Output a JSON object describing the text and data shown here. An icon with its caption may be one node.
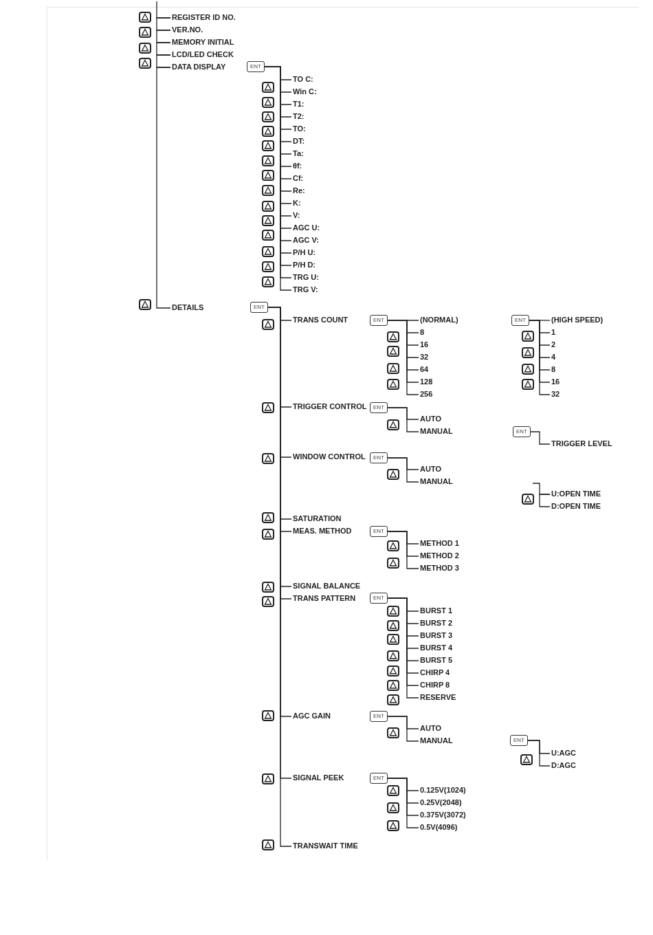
{
  "diagram": {
    "nodes": [
      {
        "text": [
          "REGISTER ID NO."
        ]
      },
      {
        "text": [
          "VER.NO."
        ]
      },
      {
        "text": [
          "MEMORY INITIAL"
        ]
      },
      {
        "text": [
          "LCD/LED CHECK"
        ]
      },
      {
        "text": [
          "DATA DISPLAY"
        ]
      },
      {
        "text": [
          "ENT"
        ]
      },
      {
        "text": [
          "TO C:"
        ]
      },
      {
        "text": [
          "Win C:"
        ]
      },
      {
        "text": [
          "T1:"
        ]
      },
      {
        "text": [
          "T2:"
        ]
      },
      {
        "text": [
          "TO:"
        ]
      },
      {
        "text": [
          "DT:"
        ]
      },
      {
        "text": [
          "Ta:"
        ]
      },
      {
        "text": [
          "θf:"
        ]
      },
      {
        "text": [
          "Cf:"
        ]
      },
      {
        "text": [
          "Re:"
        ]
      },
      {
        "text": [
          "K:"
        ]
      },
      {
        "text": [
          "V:"
        ]
      },
      {
        "text": [
          "AGC U:"
        ]
      },
      {
        "text": [
          "AGC V:"
        ]
      },
      {
        "text": [
          "P/H U:"
        ]
      },
      {
        "text": [
          "P/H D:"
        ]
      },
      {
        "text": [
          "TRG U:"
        ]
      },
      {
        "text": [
          "TRG V:"
        ]
      },
      {
        "text": [
          "DETAILS"
        ]
      },
      {
        "text": [
          "ENT"
        ]
      },
      {
        "text": [
          "TRANS COUNT"
        ]
      },
      {
        "text": [
          "ENT"
        ]
      },
      {
        "text": [
          "(NORMAL)"
        ]
      },
      {
        "text": [
          "8"
        ]
      },
      {
        "text": [
          "16"
        ]
      },
      {
        "text": [
          "32"
        ]
      },
      {
        "text": [
          "64"
        ]
      },
      {
        "text": [
          "128"
        ]
      },
      {
        "text": [
          "256"
        ]
      },
      {
        "text": [
          "ENT"
        ]
      },
      {
        "text": [
          "(HIGH SPEED)"
        ]
      },
      {
        "text": [
          "1"
        ]
      },
      {
        "text": [
          "2"
        ]
      },
      {
        "text": [
          "4"
        ]
      },
      {
        "text": [
          "8"
        ]
      },
      {
        "text": [
          "16"
        ]
      },
      {
        "text": [
          "32"
        ]
      },
      {
        "text": [
          "TRIGGER CONTROL"
        ]
      },
      {
        "text": [
          "ENT"
        ]
      },
      {
        "text": [
          "AUTO"
        ]
      },
      {
        "text": [
          "MANUAL"
        ]
      },
      {
        "text": [
          "ENT"
        ]
      },
      {
        "text": [
          "TRIGGER LEVEL"
        ]
      },
      {
        "text": [
          "WINDOW CONTROL"
        ]
      },
      {
        "text": [
          "ENT"
        ]
      },
      {
        "text": [
          "AUTO"
        ]
      },
      {
        "text": [
          "MANUAL"
        ]
      },
      {
        "text": [
          "U:OPEN TIME"
        ]
      },
      {
        "text": [
          "D:OPEN TIME"
        ]
      },
      {
        "text": [
          "SATURATION"
        ]
      },
      {
        "text": [
          "MEAS. METHOD"
        ]
      },
      {
        "text": [
          "ENT"
        ]
      },
      {
        "text": [
          "METHOD 1"
        ]
      },
      {
        "text": [
          "METHOD 2"
        ]
      },
      {
        "text": [
          "METHOD 3"
        ]
      },
      {
        "text": [
          "SIGNAL BALANCE"
        ]
      },
      {
        "text": [
          "TRANS PATTERN"
        ]
      },
      {
        "text": [
          "ENT"
        ]
      },
      {
        "text": [
          "BURST 1"
        ]
      },
      {
        "text": [
          "BURST 2"
        ]
      },
      {
        "text": [
          "BURST 3"
        ]
      },
      {
        "text": [
          "BURST 4"
        ]
      },
      {
        "text": [
          "BURST 5"
        ]
      },
      {
        "text": [
          "CHIRP 4"
        ]
      },
      {
        "text": [
          "CHIRP 8"
        ]
      },
      {
        "text": [
          "RESERVE"
        ]
      },
      {
        "text": [
          "AGC GAIN"
        ]
      },
      {
        "text": [
          "ENT"
        ]
      },
      {
        "text": [
          "AUTO"
        ]
      },
      {
        "text": [
          "MANUAL"
        ]
      },
      {
        "text": [
          "ENT"
        ]
      },
      {
        "text": [
          "U:AGC"
        ]
      },
      {
        "text": [
          "D:AGC"
        ]
      },
      {
        "text": [
          "SIGNAL PEEK"
        ]
      },
      {
        "text": [
          "ENT"
        ]
      },
      {
        "text": [
          "0.125V(1024)"
        ]
      },
      {
        "text": [
          "0.25V(2048)"
        ]
      },
      {
        "text": [
          "0.375V(3072)"
        ]
      },
      {
        "text": [
          "0.5V(4096)"
        ]
      },
      {
        "text": [
          "TRANSWAIT TIME"
        ]
      }
    ],
    "edges": [
      {
        "from": null,
        "to": 0,
        "arrow": "none"
      },
      {
        "from": 0,
        "to": 1,
        "arrow": "none"
      },
      {
        "from": 1,
        "to": 2,
        "arrow": "none"
      },
      {
        "from": 2,
        "to": 3,
        "arrow": "none"
      },
      {
        "from": 3,
        "to": 4,
        "arrow": "none"
      },
      {
        "from": 4,
        "to": 24,
        "arrow": "none"
      },
      {
        "from": 5,
        "to": 6,
        "arrow": "none"
      },
      {
        "from": 5,
        "to": 7,
        "arrow": "none"
      },
      {
        "from": 5,
        "to": 8,
        "arrow": "none"
      },
      {
        "from": 5,
        "to": 9,
        "arrow": "none"
      },
      {
        "from": 5,
        "to": 10,
        "arrow": "none"
      },
      {
        "from": 5,
        "to": 11,
        "arrow": "none"
      },
      {
        "from": 5,
        "to": 12,
        "arrow": "none"
      },
      {
        "from": 5,
        "to": 13,
        "arrow": "none"
      },
      {
        "from": 5,
        "to": 14,
        "arrow": "none"
      },
      {
        "from": 5,
        "to": 15,
        "arrow": "none"
      },
      {
        "from": 5,
        "to": 16,
        "arrow": "none"
      },
      {
        "from": 5,
        "to": 17,
        "arrow": "none"
      },
      {
        "from": 5,
        "to": 18,
        "arrow": "none"
      },
      {
        "from": 5,
        "to": 19,
        "arrow": "none"
      },
      {
        "from": 5,
        "to": 20,
        "arrow": "none"
      },
      {
        "from": 5,
        "to": 21,
        "arrow": "none"
      },
      {
        "from": 5,
        "to": 22,
        "arrow": "none"
      },
      {
        "from": 5,
        "to": 23,
        "arrow": "none"
      },
      {
        "from": 25,
        "to": 26,
        "arrow": "none"
      },
      {
        "from": 25,
        "to": 43,
        "arrow": "none"
      },
      {
        "from": 25,
        "to": 49,
        "arrow": "none"
      },
      {
        "from": 25,
        "to": 55,
        "arrow": "none"
      },
      {
        "from": 25,
        "to": 56,
        "arrow": "none"
      },
      {
        "from": 25,
        "to": 61,
        "arrow": "none"
      },
      {
        "from": 25,
        "to": 62,
        "arrow": "none"
      },
      {
        "from": 25,
        "to": 72,
        "arrow": "none"
      },
      {
        "from": 25,
        "to": 79,
        "arrow": "none"
      },
      {
        "from": 25,
        "to": 85,
        "arrow": "none"
      },
      {
        "from": 27,
        "to": 28,
        "arrow": "none"
      },
      {
        "from": 27,
        "to": 29,
        "arrow": "none"
      },
      {
        "from": 27,
        "to": 30,
        "arrow": "none"
      },
      {
        "from": 27,
        "to": 31,
        "arrow": "none"
      },
      {
        "from": 27,
        "to": 32,
        "arrow": "none"
      },
      {
        "from": 27,
        "to": 33,
        "arrow": "none"
      },
      {
        "from": 27,
        "to": 34,
        "arrow": "none"
      },
      {
        "from": 35,
        "to": 36,
        "arrow": "none"
      },
      {
        "from": 35,
        "to": 37,
        "arrow": "none"
      },
      {
        "from": 35,
        "to": 38,
        "arrow": "none"
      },
      {
        "from": 35,
        "to": 39,
        "arrow": "none"
      },
      {
        "from": 35,
        "to": 40,
        "arrow": "none"
      },
      {
        "from": 35,
        "to": 41,
        "arrow": "none"
      },
      {
        "from": 35,
        "to": 42,
        "arrow": "none"
      },
      {
        "from": 44,
        "to": 45,
        "arrow": "none"
      },
      {
        "from": 44,
        "to": 46,
        "arrow": "none"
      },
      {
        "from": 47,
        "to": 48,
        "arrow": "none"
      },
      {
        "from": 50,
        "to": 51,
        "arrow": "none"
      },
      {
        "from": 50,
        "to": 52,
        "arrow": "none"
      },
      {
        "from": null,
        "to": 53,
        "arrow": "none"
      },
      {
        "from": 53,
        "to": 54,
        "arrow": "none"
      },
      {
        "from": 57,
        "to": 58,
        "arrow": "none"
      },
      {
        "from": 57,
        "to": 59,
        "arrow": "none"
      },
      {
        "from": 57,
        "to": 60,
        "arrow": "none"
      },
      {
        "from": 63,
        "to": 64,
        "arrow": "none"
      },
      {
        "from": 63,
        "to": 65,
        "arrow": "none"
      },
      {
        "from": 63,
        "to": 66,
        "arrow": "none"
      },
      {
        "from": 63,
        "to": 67,
        "arrow": "none"
      },
      {
        "from": 63,
        "to": 68,
        "arrow": "none"
      },
      {
        "from": 63,
        "to": 69,
        "arrow": "none"
      },
      {
        "from": 63,
        "to": 70,
        "arrow": "none"
      },
      {
        "from": 63,
        "to": 71,
        "arrow": "none"
      },
      {
        "from": 73,
        "to": 74,
        "arrow": "none"
      },
      {
        "from": 73,
        "to": 75,
        "arrow": "none"
      },
      {
        "from": 76,
        "to": 77,
        "arrow": "none"
      },
      {
        "from": 76,
        "to": 78,
        "arrow": "none"
      },
      {
        "from": 80,
        "to": 81,
        "arrow": "none"
      },
      {
        "from": 80,
        "to": 82,
        "arrow": "none"
      },
      {
        "from": 80,
        "to": 83,
        "arrow": "none"
      },
      {
        "from": 80,
        "to": 84,
        "arrow": "none"
      }
    ]
  }
}
